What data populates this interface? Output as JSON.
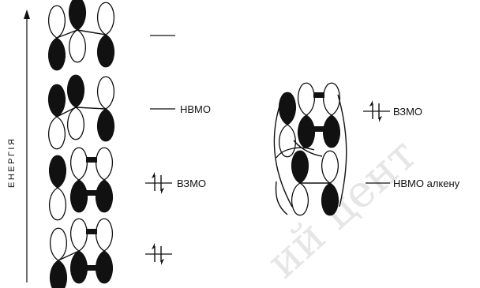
{
  "axis": {
    "label": "ЕНЕРГІЯ"
  },
  "watermark": {
    "text": "ий цент"
  },
  "levels": [
    {
      "label": ""
    },
    {
      "label": "НВМО"
    },
    {
      "label": "ВЗМО"
    },
    {
      "label": ""
    }
  ],
  "complex": {
    "upper_label": "ВЗМО",
    "lower_label": "НВМО алкену"
  },
  "colors": {
    "ink": "#111111",
    "watermark": "#e6e6e6",
    "background": "#ffffff"
  }
}
